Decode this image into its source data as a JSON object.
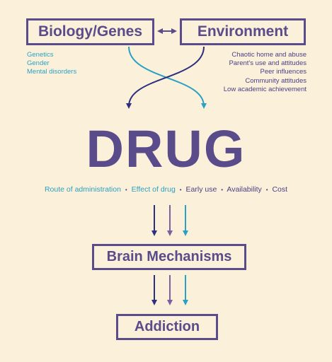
{
  "boxes": {
    "biology": "Biology/Genes",
    "environment": "Environment",
    "brain": "Brain Mechanisms",
    "addiction": "Addiction"
  },
  "biology_factors": [
    "Genetics",
    "Gender",
    "Mental disorders"
  ],
  "environment_factors": [
    "Chaotic home and abuse",
    "Parent's use and attitudes",
    "Peer influences",
    "Community attitudes",
    "Low academic achievement"
  ],
  "drug_title": "DRUG",
  "drug_factors": [
    "Route of administration",
    "Effect of drug",
    "Early use",
    "Availability",
    "Cost"
  ],
  "separator": "•",
  "colors": {
    "background": "#fbf0d9",
    "purple": "#5a4b8a",
    "navy": "#2e2f7e",
    "cyan": "#2aa1c2",
    "mauve": "#7b5fa0"
  }
}
